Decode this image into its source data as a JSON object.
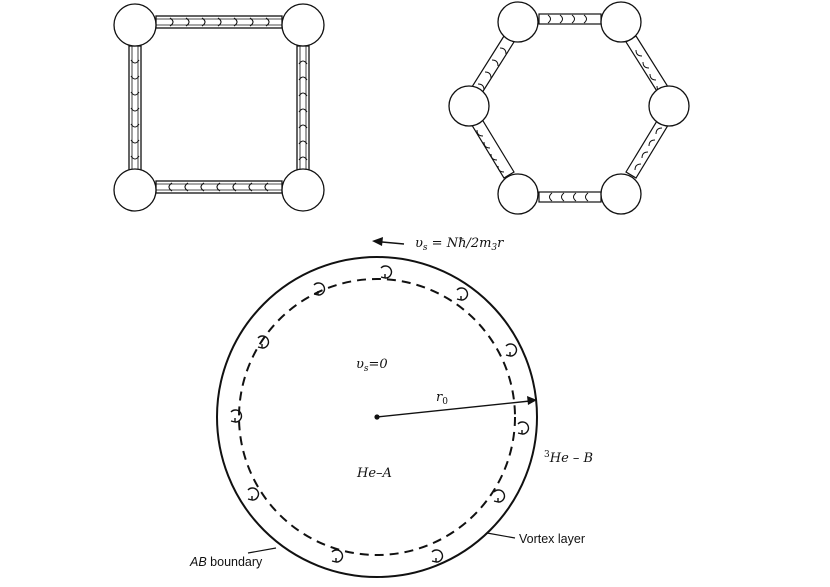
{
  "diagram": {
    "labels": {
      "velocity_outer": {
        "symbol": "υ",
        "sub": "s",
        "eq": " = Nħ/2m",
        "sub2": "3",
        "tail": "r"
      },
      "velocity_inner": {
        "symbol": "υ",
        "sub": "s",
        "eq": "=0"
      },
      "radius": {
        "symbol": "r",
        "sub": "0"
      },
      "phase_b": {
        "sup": "3",
        "text": "He – B"
      },
      "phase_a": "He–A",
      "vortex_layer": "Vortex layer",
      "ab_boundary_prefix": "AB",
      "ab_boundary_suffix": " boundary"
    },
    "colors": {
      "ink": "#111111",
      "background": "#ffffff"
    }
  }
}
